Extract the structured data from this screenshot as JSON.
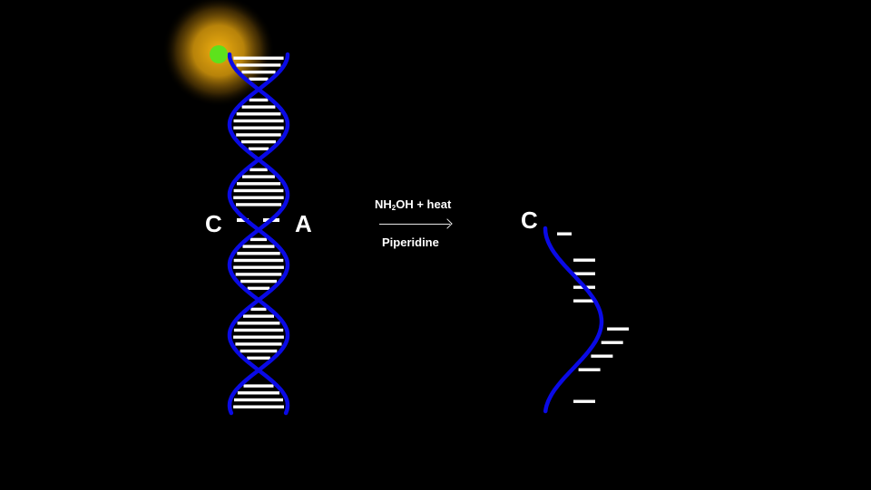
{
  "colors": {
    "background": "#000000",
    "backbone": "#0a0ae6",
    "base_pair": "#ffffff",
    "glow": "#e8a60f",
    "label_dot": "#5de21c"
  },
  "labels": {
    "left_base": "C",
    "right_base": "A",
    "product_base": "C"
  },
  "reaction": {
    "reagent_prefix": "NH",
    "reagent_subscript": "2",
    "reagent_suffix": "OH + heat",
    "second_reagent": "Piperidine"
  },
  "icons": {
    "fluorescent_label": "green-dot-with-yellow-glow",
    "reaction_arrow": "right-arrow"
  }
}
